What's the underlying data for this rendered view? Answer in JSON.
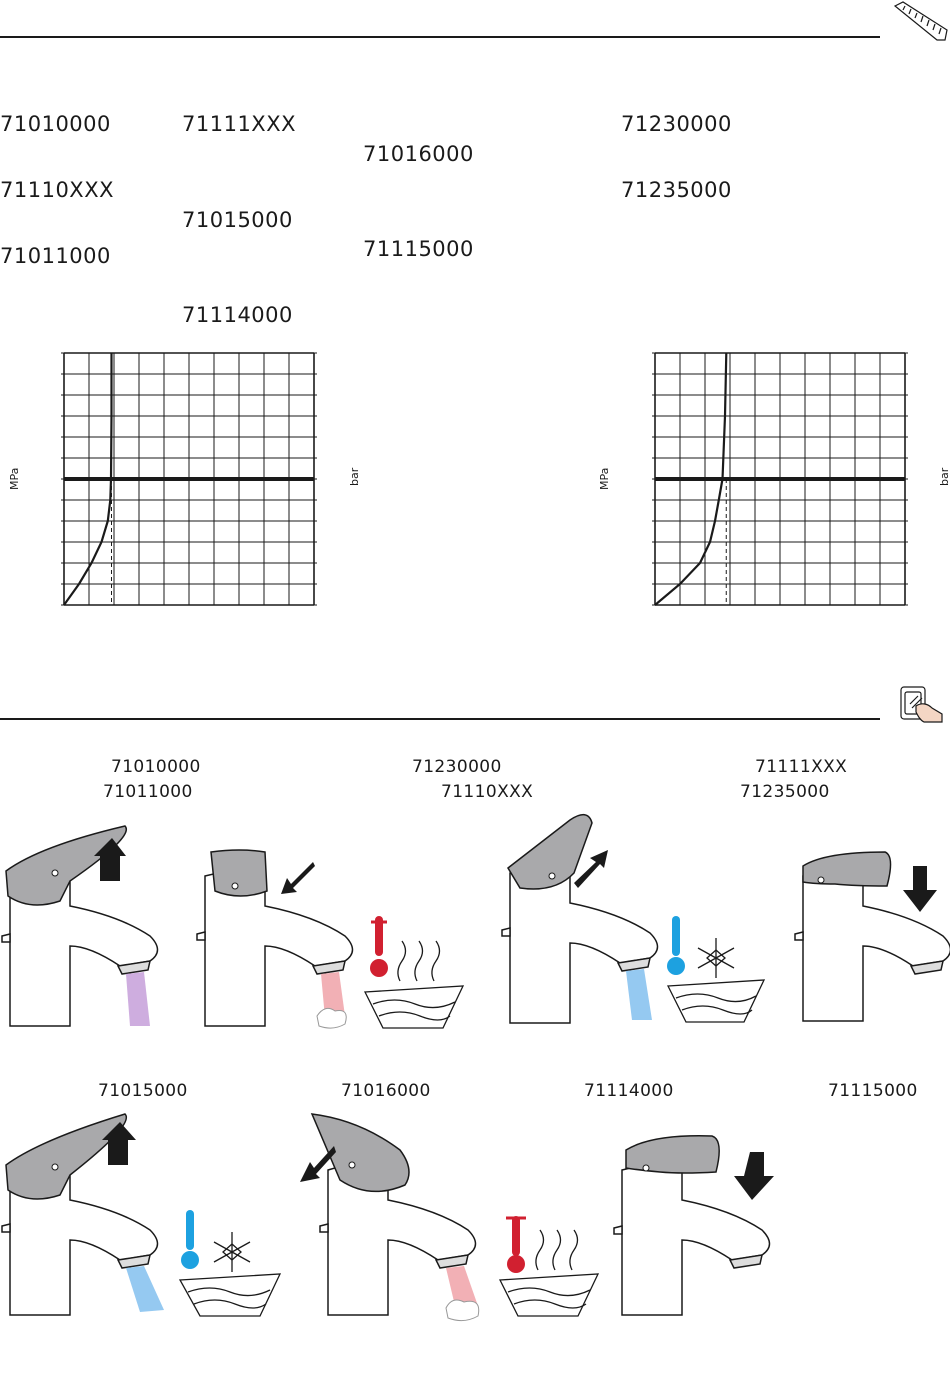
{
  "top_codes": {
    "col1": [
      "71010000",
      "71110XXX",
      "71011000"
    ],
    "col2": [
      "71111XXX",
      "71015000",
      "71114000"
    ],
    "col3": [
      "71016000",
      "71115000"
    ],
    "col4": [
      "71230000",
      "71235000"
    ]
  },
  "charts": {
    "left": {
      "y_label_left": "MPa",
      "y_label_right": "bar"
    },
    "right": {
      "y_label_left": "MPa",
      "y_label_right": "bar"
    }
  },
  "chart_data": [
    {
      "type": "line",
      "title": "",
      "xlabel": "",
      "ylabel": "MPa",
      "ylabel_right": "bar",
      "grid": true,
      "x_gridlines": 10,
      "y_gridlines": 12,
      "series": [
        {
          "x": [
            0,
            0.6,
            1.1,
            1.5,
            1.75,
            1.85,
            1.88,
            1.9,
            1.9
          ],
          "y": [
            0,
            1,
            2,
            3,
            4,
            5,
            6,
            9,
            12
          ]
        }
      ]
    },
    {
      "type": "line",
      "title": "",
      "xlabel": "",
      "ylabel": "MPa",
      "ylabel_right": "bar",
      "grid": true,
      "x_gridlines": 10,
      "y_gridlines": 12,
      "series": [
        {
          "x": [
            0,
            1.0,
            1.8,
            2.2,
            2.4,
            2.55,
            2.7,
            2.8,
            2.85
          ],
          "y": [
            0,
            1,
            2,
            3,
            4,
            5,
            6,
            9,
            12
          ]
        }
      ]
    }
  ],
  "section2": {
    "row1": [
      {
        "codes": [
          "71010000",
          "71011000"
        ]
      },
      {
        "codes": [
          "71230000",
          "71110XXX"
        ]
      },
      {
        "codes": [
          "71111XXX",
          "71235000"
        ]
      }
    ],
    "row2": [
      "71015000",
      "71016000",
      "71114000",
      "71115000"
    ]
  },
  "icons": {
    "top_right": "ruler-icon",
    "section2_right": "hand-press-icon"
  }
}
